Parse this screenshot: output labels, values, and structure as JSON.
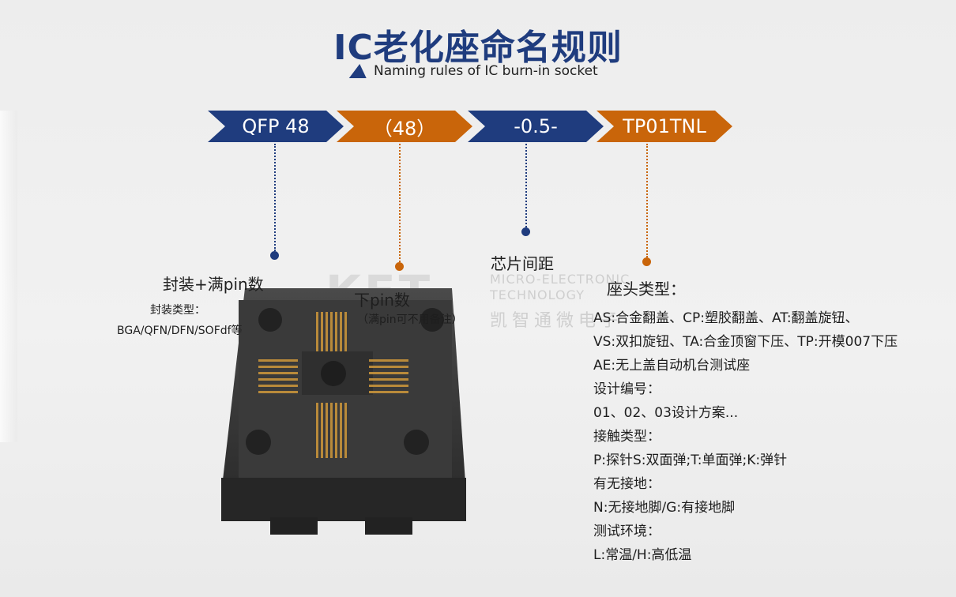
{
  "header": {
    "title": "IC老化座命名规则",
    "subtitle": "Naming rules of IC  burn-in socket"
  },
  "chevrons": [
    {
      "text": "QFP 48",
      "color": "#1f3c7e"
    },
    {
      "text": "（48）",
      "color": "#c9650a"
    },
    {
      "text": "-0.5-",
      "color": "#1f3c7e"
    },
    {
      "text": "TP01TNL",
      "color": "#c9650a"
    }
  ],
  "labels": {
    "package": "封装+满pin数",
    "package_type": "封装类型：",
    "package_examples": "BGA/QFN/DFN/SOFdf等",
    "lower_pin": "下pin数",
    "lower_pin_note": "（满pin可不用备注）",
    "pitch": "芯片间距",
    "head_type": "座头类型："
  },
  "watermark": {
    "logo": "KET",
    "line1": "MICRO-ELECTRONIC",
    "line2": "TECHNOLOGY",
    "cn": "凯智通微电子"
  },
  "details": [
    "AS:合金翻盖、CP:塑胶翻盖、AT:翻盖旋钮、",
    "VS:双扣旋钮、TA:合金顶窗下压、TP:开模007下压",
    "AE:无上盖自动机台测试座",
    "设计编号：",
    "01、02、03设计方案...",
    "接触类型：",
    "P:探针S:双面弹;T:单面弹;K:弹针",
    "有无接地：",
    "N:无接地脚/G:有接地脚",
    "测试环境：",
    "L:常温/H:高低温"
  ],
  "colors": {
    "blue": "#1f3c7e",
    "orange": "#c9650a"
  }
}
